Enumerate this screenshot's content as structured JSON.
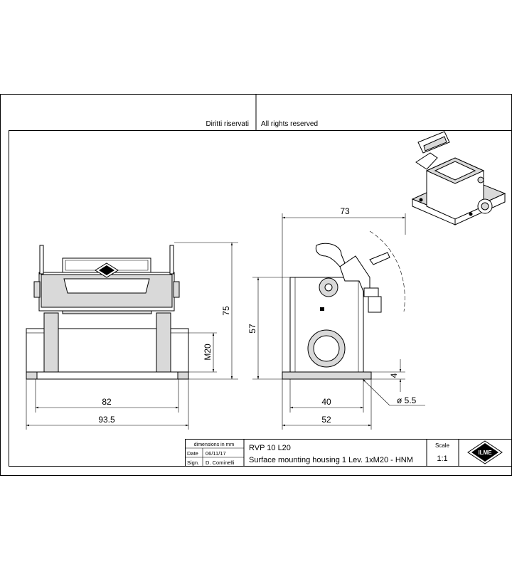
{
  "header": {
    "rights_it": "Diritti riservati",
    "rights_en": "All rights reserved"
  },
  "dimensions": {
    "top_width": "73",
    "height_75": "75",
    "height_57": "57",
    "m20": "M20",
    "base_thickness": "4",
    "hole_dia": "ø 5.5",
    "span_82": "82",
    "span_93_5": "93.5",
    "span_40": "40",
    "span_52": "52"
  },
  "title_block": {
    "units_note": "dimensions in mm",
    "date_label": "Date",
    "date_value": "06/11/17",
    "sign_label": "Sign.",
    "sign_value": "D. Cominelli",
    "part_code": "RVP 10 L20",
    "description": "Surface mounting housing 1 Lev. 1xM20 - HNM",
    "scale_label": "Scale",
    "scale_value": "1:1",
    "logo_text": "ILME"
  }
}
